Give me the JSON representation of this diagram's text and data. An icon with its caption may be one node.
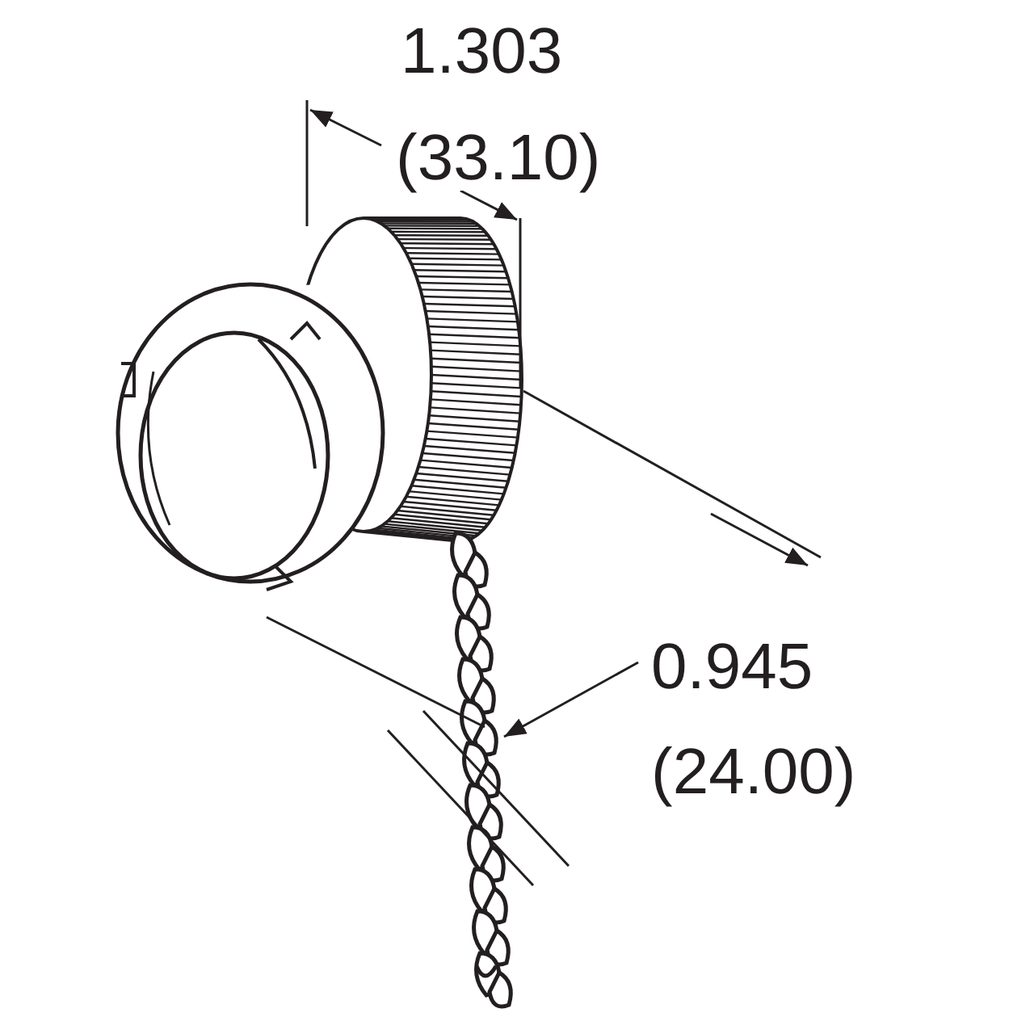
{
  "diagram": {
    "labels": [
      "1.303",
      "(33.10)",
      "0.945",
      "(24.00)"
    ]
  }
}
